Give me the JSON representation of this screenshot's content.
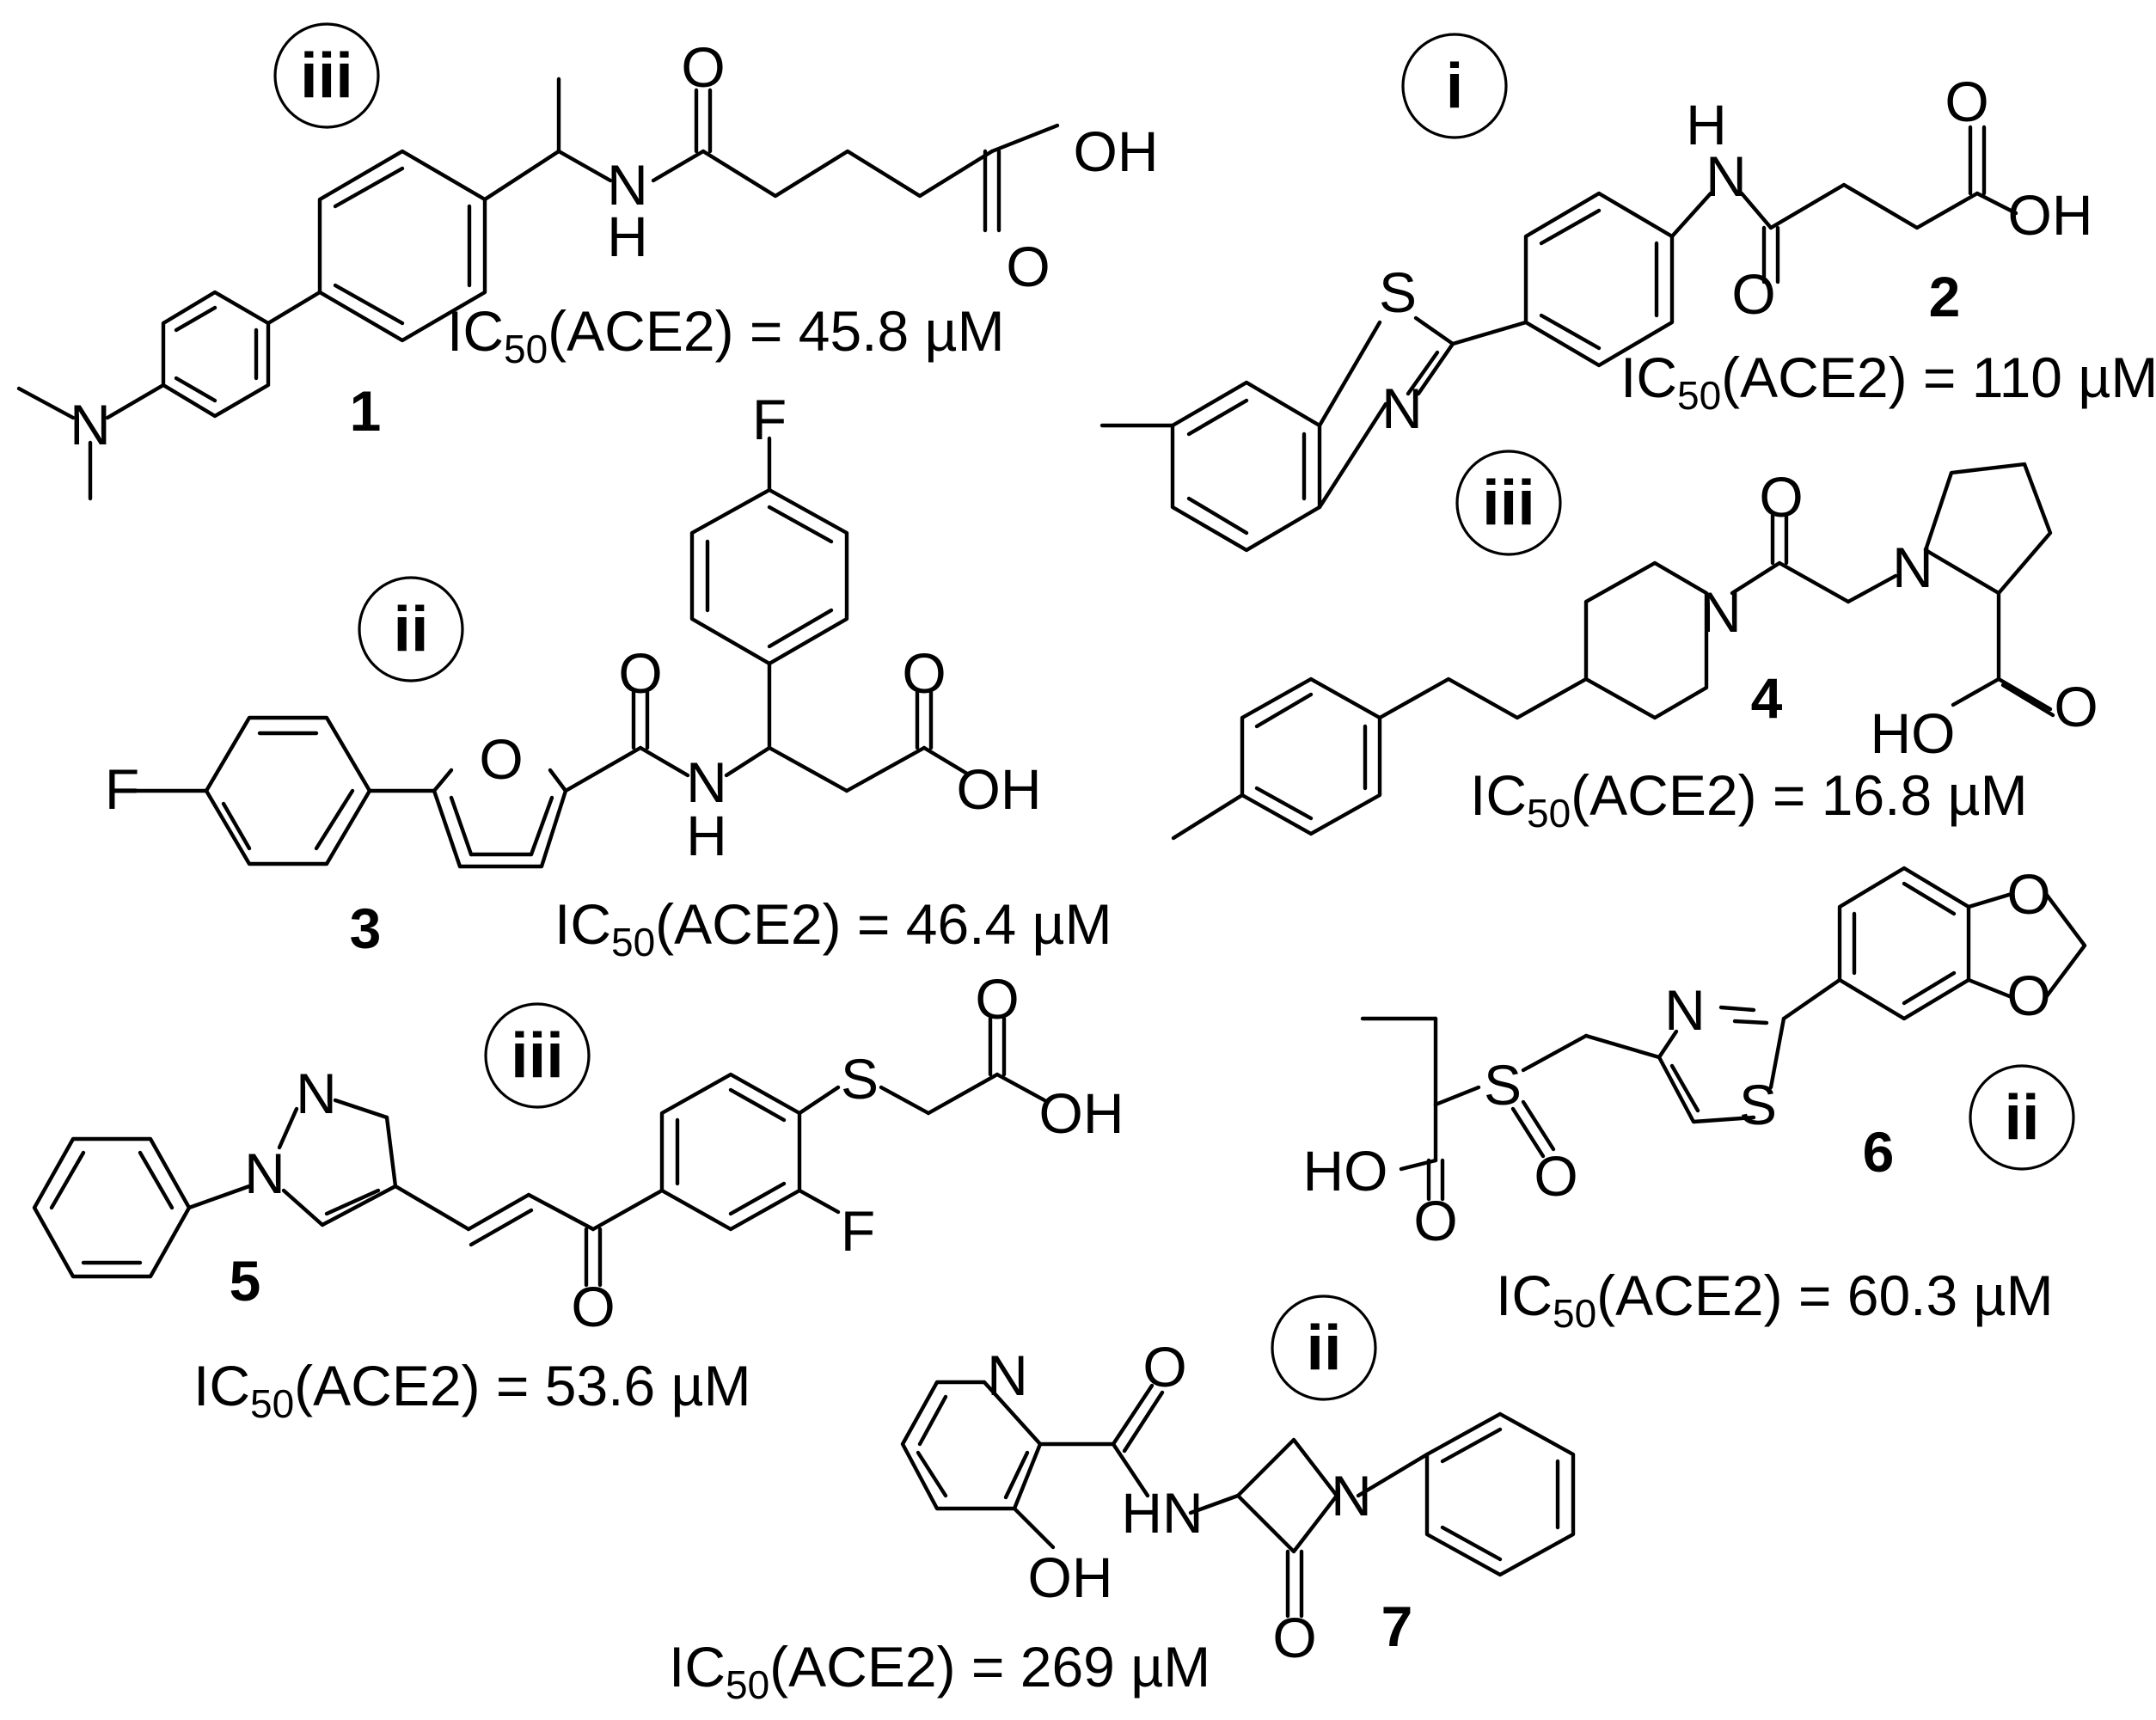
{
  "compounds": [
    {
      "number": "1",
      "tag": "iii",
      "ic50": {
        "prefix": "IC",
        "sub": "50",
        "suffix": "(ACE2) = 45.8 µM"
      }
    },
    {
      "number": "2",
      "tag": "i",
      "ic50": {
        "prefix": "IC",
        "sub": "50",
        "suffix": "(ACE2) = 110 µM"
      }
    },
    {
      "number": "3",
      "tag": "ii",
      "ic50": {
        "prefix": "IC",
        "sub": "50",
        "suffix": "(ACE2) = 46.4 µM"
      }
    },
    {
      "number": "4",
      "tag": "iii",
      "ic50": {
        "prefix": "IC",
        "sub": "50",
        "suffix": "(ACE2) = 16.8 µM"
      }
    },
    {
      "number": "5",
      "tag": "iii",
      "ic50": {
        "prefix": "IC",
        "sub": "50",
        "suffix": "(ACE2) = 53.6 µM"
      }
    },
    {
      "number": "6",
      "tag": "ii",
      "ic50": {
        "prefix": "IC",
        "sub": "50",
        "suffix": "(ACE2) = 60.3 µM"
      }
    },
    {
      "number": "7",
      "tag": "ii",
      "ic50": {
        "prefix": "IC",
        "sub": "50",
        "suffix": "(ACE2) = 269 µM"
      }
    }
  ],
  "atom_labels": {
    "O": "O",
    "OH": "OH",
    "HO": "HO",
    "H": "H",
    "N": "N",
    "S": "S",
    "F": "F",
    "NH": "NH",
    "HN": "HN"
  }
}
